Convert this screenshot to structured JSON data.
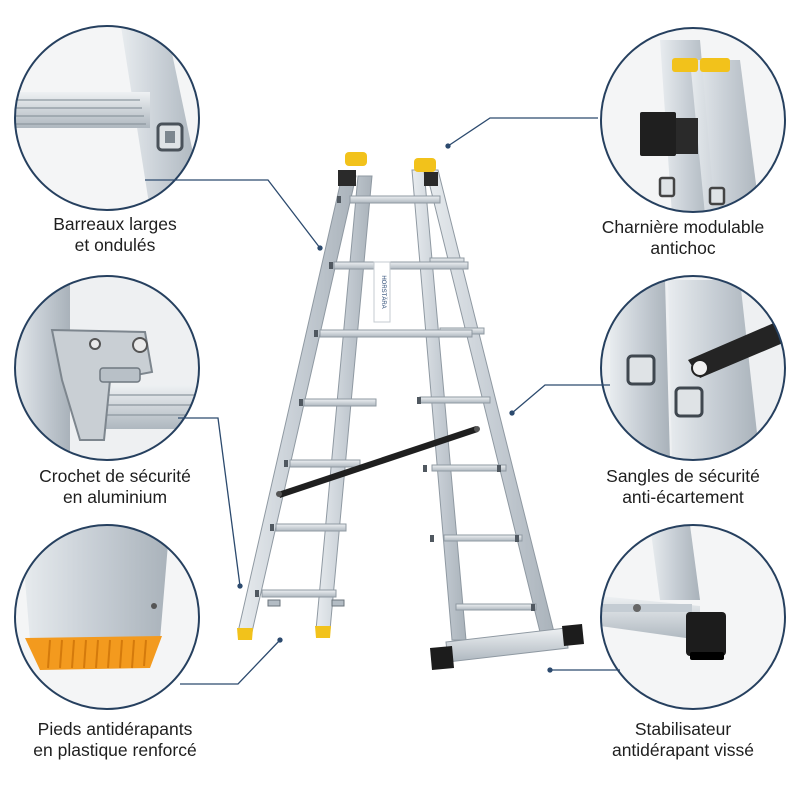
{
  "features": [
    {
      "id": "rungs",
      "line1": "Barreaux larges",
      "line2": "et ondulés"
    },
    {
      "id": "hinge",
      "line1": "Charnière modulable",
      "line2": "antichoc"
    },
    {
      "id": "hook",
      "line1": "Crochet de sécurité",
      "line2": "en aluminium"
    },
    {
      "id": "straps",
      "line1": "Sangles de sécurité",
      "line2": "anti-écartement"
    },
    {
      "id": "feet",
      "line1": "Pieds antidérapants",
      "line2": "en plastique renforcé"
    },
    {
      "id": "stabilizer",
      "line1": "Stabilisateur",
      "line2": "antidérapant vissé"
    }
  ],
  "ladder": {
    "rail_label": "HORSTÄRA"
  },
  "colors": {
    "circle_stroke": "#26405f",
    "leader_line": "#2c4a6e",
    "aluminium": "#cfd5db",
    "aluminium_dark": "#9aa4ad",
    "end_cap": "#f2c21b",
    "foot_rubber": "#1c1c1c",
    "anti_slip_orange": "#f39a1e"
  }
}
